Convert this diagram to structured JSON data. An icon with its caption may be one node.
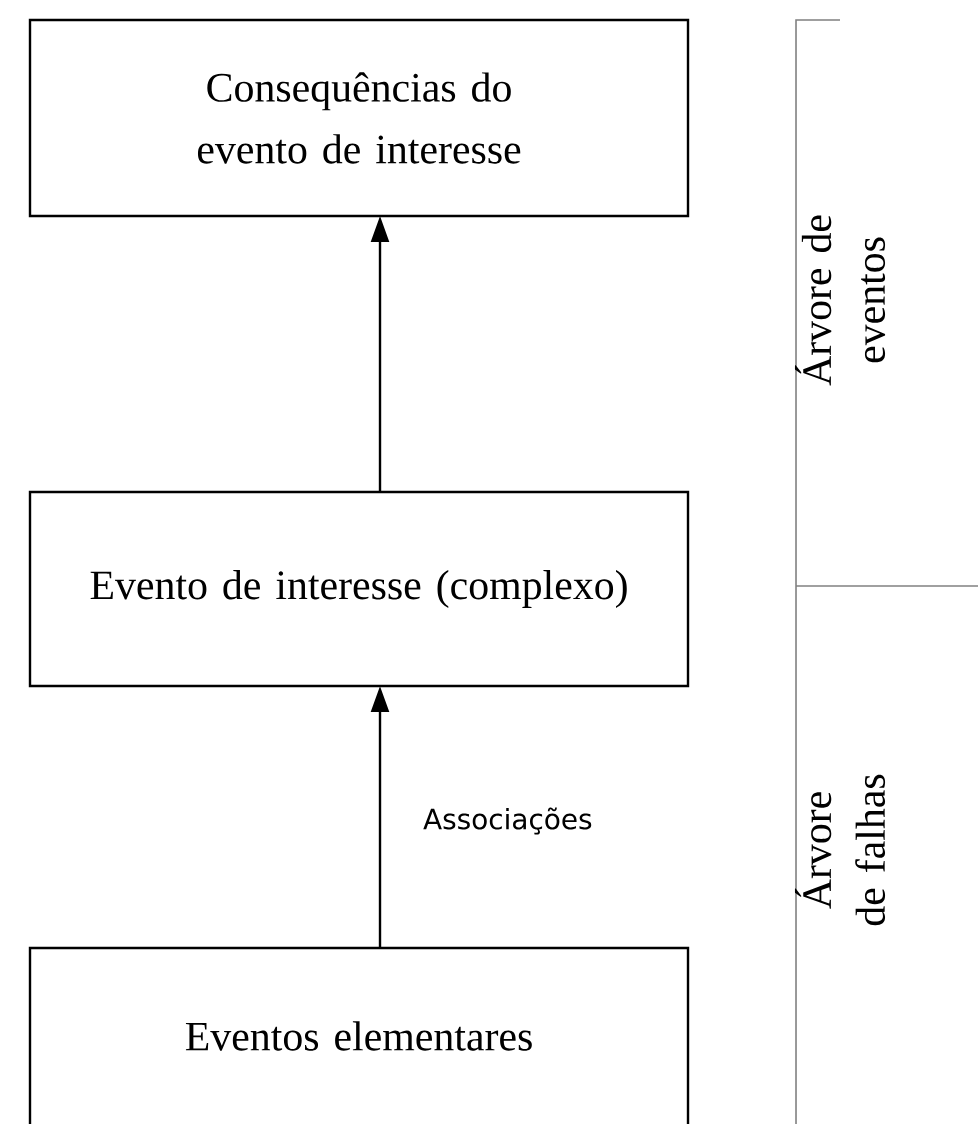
{
  "diagram": {
    "nodes": [
      {
        "text": [
          "Consequências do evento de interesse"
        ]
      },
      {
        "text": [
          "Evento de interesse (complexo)"
        ]
      },
      {
        "text": [
          "Eventos elementares"
        ]
      }
    ],
    "edges": [
      {
        "from": 1,
        "to": 0,
        "arrow": "to"
      },
      {
        "from": 2,
        "to": 1,
        "arrow": "to",
        "label": "Associações"
      }
    ],
    "labels": [
      "Árvore de eventos",
      "Árvore de falhas"
    ]
  }
}
